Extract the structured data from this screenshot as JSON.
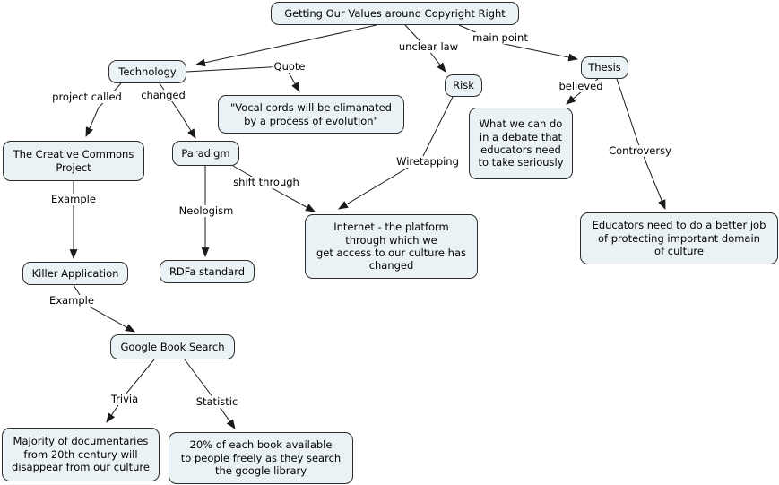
{
  "theme": {
    "node_fill": "#eaf2f5",
    "node_border": "#2b2b2b",
    "line_color": "#1a1a1a",
    "canvas_bg": "#ffffff",
    "text_color": "#000000"
  },
  "nodes": {
    "title": {
      "label": "Getting Our Values around Copyright Right"
    },
    "technology": {
      "label": "Technology"
    },
    "thesis": {
      "label": "Thesis"
    },
    "risk": {
      "label": "Risk"
    },
    "quote": {
      "label": "\"Vocal cords will be elimanated\nby a process of evolution\""
    },
    "creative_commons": {
      "label": "The Creative Commons\nProject"
    },
    "paradigm": {
      "label": "Paradigm"
    },
    "what_we_can_do": {
      "label": "What we can do\nin a debate that\neducators need\nto take seriously"
    },
    "educators": {
      "label": "Educators need to do a better job\nof protecting important domain\nof culture"
    },
    "internet": {
      "label": "Internet - the platform\nthrough which we\nget access to our culture has\nchanged"
    },
    "killer_application": {
      "label": "Killer Application"
    },
    "rdfa_standard": {
      "label": "RDFa standard"
    },
    "google_book_search": {
      "label": "Google Book Search"
    },
    "documentaries": {
      "label": "Majority of documentaries\nfrom 20th century will\ndisappear from our culture"
    },
    "book_stat": {
      "label": "20% of each book available\nto people freely as they search\nthe google library"
    }
  },
  "edges": {
    "unclear_law": {
      "label": "unclear law",
      "from": "title",
      "to": "risk"
    },
    "main_point": {
      "label": "main point",
      "from": "title",
      "to": "thesis"
    },
    "title_to_technology": {
      "label": "",
      "from": "title",
      "to": "technology"
    },
    "quote_link": {
      "label": "Quote",
      "from": "technology",
      "to": "quote"
    },
    "project_called": {
      "label": "project called",
      "from": "technology",
      "to": "creative_commons"
    },
    "changed": {
      "label": "changed",
      "from": "technology",
      "to": "paradigm"
    },
    "example_cc": {
      "label": "Example",
      "from": "creative_commons",
      "to": "killer_application"
    },
    "example_killer": {
      "label": "Example",
      "from": "killer_application",
      "to": "google_book_search"
    },
    "neologism": {
      "label": "Neologism",
      "from": "paradigm",
      "to": "rdfa_standard"
    },
    "shift_through": {
      "label": "shift through",
      "from": "paradigm",
      "to": "internet"
    },
    "wiretapping": {
      "label": "Wiretapping",
      "from": "risk",
      "to": "internet"
    },
    "believed": {
      "label": "believed",
      "from": "thesis",
      "to": "what_we_can_do"
    },
    "controversy": {
      "label": "Controversy",
      "from": "thesis",
      "to": "educators"
    },
    "trivia": {
      "label": "Trivia",
      "from": "google_book_search",
      "to": "documentaries"
    },
    "statistic": {
      "label": "Statistic",
      "from": "google_book_search",
      "to": "book_stat"
    }
  }
}
